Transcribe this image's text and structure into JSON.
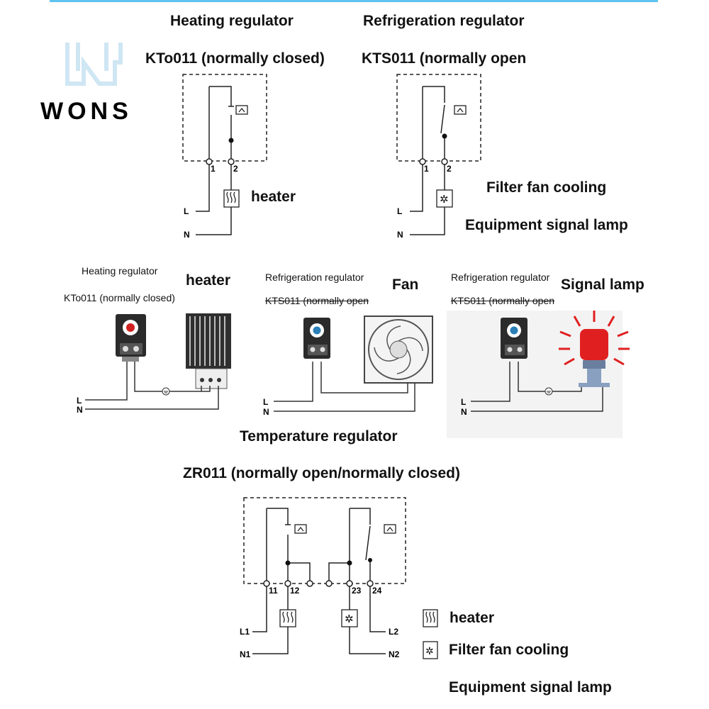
{
  "colors": {
    "accent_line": "#5fc3ef",
    "red_knob": "#d22020",
    "blue_knob": "#2a7fb8",
    "lamp_red": "#e02020",
    "watermark": "#b9c7d3"
  },
  "watermark": {
    "text": "WONS"
  },
  "top_left": {
    "title": "Heating regulator",
    "model": "KTo011 (normally closed)",
    "load_label": "heater",
    "terminals": [
      "1",
      "2"
    ],
    "lines": [
      "L",
      "N"
    ],
    "icons": [
      "thermostat-symbol-icon",
      "heater-symbol-icon"
    ]
  },
  "top_right": {
    "title": "Refrigeration regulator",
    "model": "KTS011 (normally open",
    "load_labels": [
      "Filter fan cooling",
      "Equipment signal lamp"
    ],
    "terminals": [
      "1",
      "2"
    ],
    "lines": [
      "L",
      "N"
    ],
    "icons": [
      "thermostat-symbol-icon",
      "fan-symbol-icon"
    ]
  },
  "middle": {
    "panel1": {
      "title": "Heating regulator",
      "model": "KTo011 (normally closed)",
      "load_label": "heater",
      "lines": [
        "L",
        "N"
      ]
    },
    "panel2": {
      "title": "Refrigeration regulator",
      "model": "KTS011 (normally open",
      "load_label": "Fan",
      "lines": [
        "L",
        "N"
      ]
    },
    "panel3": {
      "title": "Refrigeration regulator",
      "model": "KTS011 (normally open",
      "load_label": "Signal lamp",
      "lines": [
        "L",
        "N"
      ]
    }
  },
  "bottom": {
    "title": "Temperature regulator",
    "model": "ZR011 (normally open/normally closed)",
    "terminals": [
      "11",
      "12",
      "23",
      "24"
    ],
    "lines": [
      "L1",
      "N1",
      "L2",
      "N2"
    ],
    "legend": [
      {
        "icon": "heater-symbol-icon",
        "label": "heater"
      },
      {
        "icon": "fan-symbol-icon",
        "label": "Filter fan cooling"
      }
    ],
    "extra_label": "Equipment signal lamp"
  }
}
